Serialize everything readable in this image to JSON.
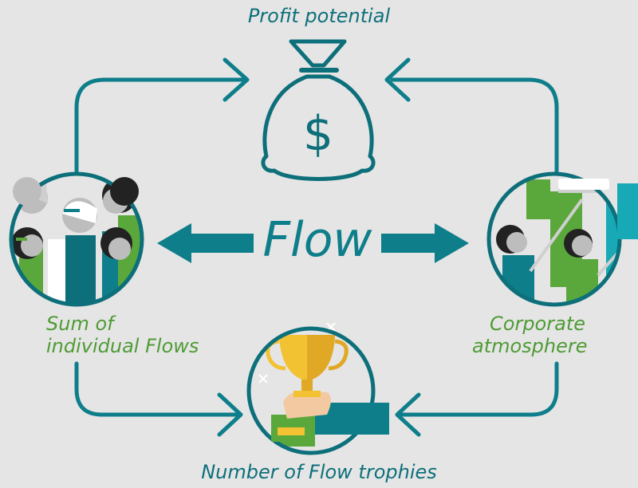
{
  "labels": {
    "top": "Profit potential",
    "left": [
      "Sum of",
      "individual Flows"
    ],
    "right": [
      "Corporate",
      "atmosphere"
    ],
    "bottom": "Number of Flow trophies",
    "center": "Flow"
  },
  "icons": {
    "top": "money-bag-icon",
    "left": "group-of-people-icon",
    "right": "painters-icon",
    "bottom": "trophy-handover-icon",
    "currency_symbol": "$"
  },
  "colors": {
    "background": "#e5e5e5",
    "teal": "#0d7e8a",
    "dark_teal": "#0d6f7a",
    "green": "#5aa83c",
    "yellow": "#f2c233"
  }
}
